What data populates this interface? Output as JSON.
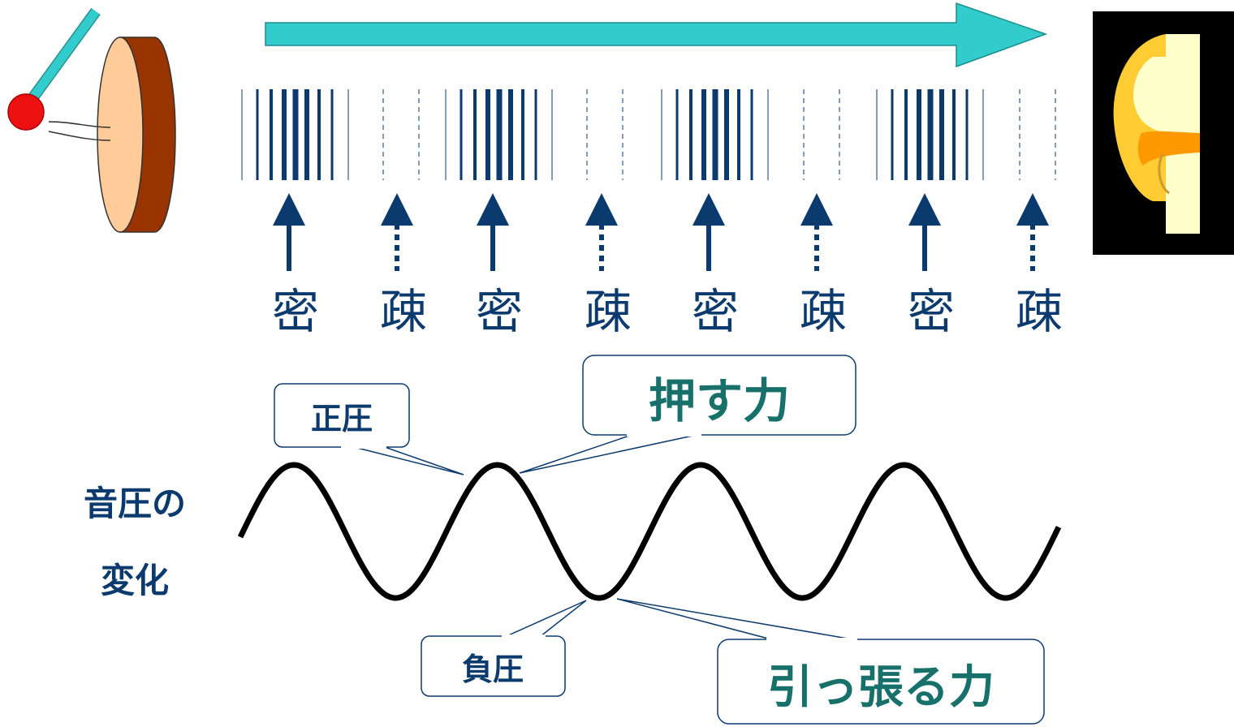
{
  "regions": [
    "密",
    "疎",
    "密",
    "疎",
    "密",
    "疎",
    "密",
    "疎"
  ],
  "y_axis_label": [
    "音圧の",
    "変化"
  ],
  "callouts": {
    "positive_pressure": "正圧",
    "negative_pressure": "負圧",
    "push_force": "押す力",
    "pull_force": "引っ張る力"
  },
  "colors": {
    "navy": "#0b3a6e",
    "teal_text": "#17706a",
    "arrow_cyan": "#33cccc",
    "drum_face": "#ffcc99",
    "drum_side": "#993300",
    "mallet_head": "#ee1111",
    "ear_bg": "#000000"
  },
  "icons": [
    "drum-icon",
    "mallet-icon",
    "ear-icon"
  ]
}
